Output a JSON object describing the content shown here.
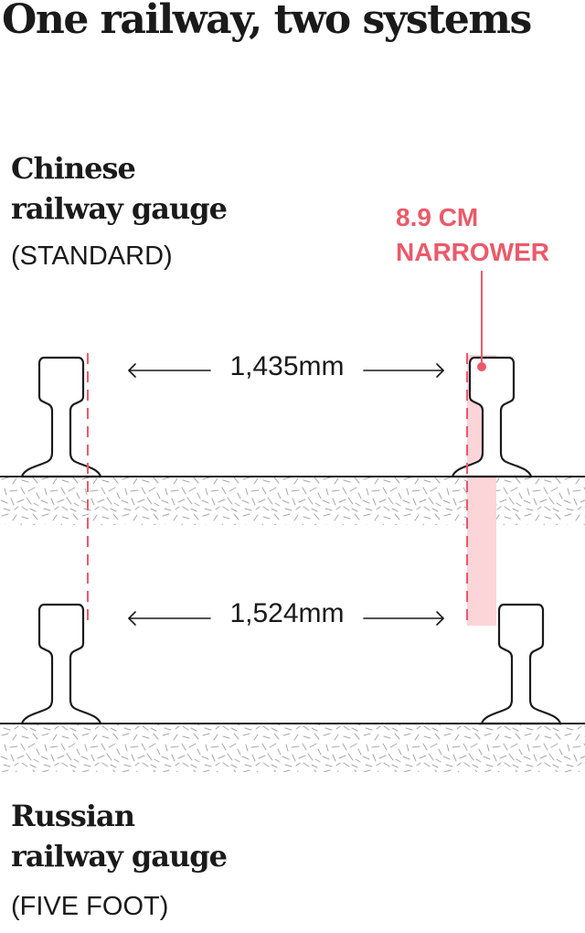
{
  "title": "One railway, two systems",
  "chinese": {
    "name_line1": "Chinese",
    "name_line2": "railway gauge",
    "subtitle": "(STANDARD)",
    "gauge": "1,435mm"
  },
  "russian": {
    "name_line1": "Russian",
    "name_line2": "railway gauge",
    "subtitle": "(FIVE FOOT)",
    "gauge": "1,524mm"
  },
  "difference": {
    "line1": "8.9 CM",
    "line2": "NARROWER"
  },
  "colors": {
    "ink": "#1a1a1a",
    "accent": "#ea5a6a",
    "highlight": "#fcd5d9",
    "ballast": "#9a9a9a"
  }
}
